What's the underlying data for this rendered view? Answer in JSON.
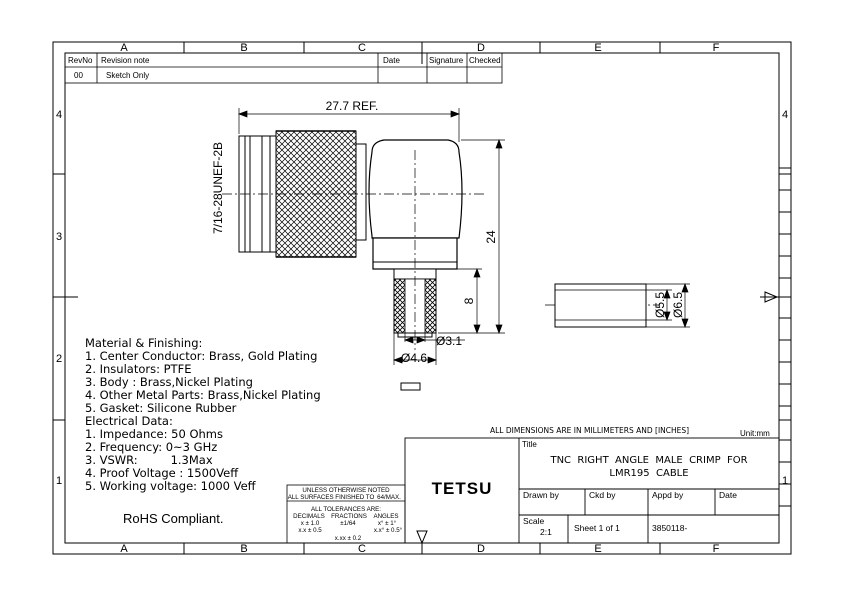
{
  "frame": {
    "columns": [
      "A",
      "B",
      "C",
      "D",
      "E",
      "F"
    ],
    "rows": [
      "4",
      "3",
      "2",
      "1"
    ]
  },
  "revision_table": {
    "headers": {
      "rev_no": "RevNo",
      "note": "Revision note",
      "date": "Date",
      "signature": "Signature",
      "checked": "Checked"
    },
    "row": {
      "rev_no": "00",
      "note": "Sketch Only",
      "date": "",
      "signature": "",
      "checked": ""
    }
  },
  "dimensions": {
    "length_ref": "27.7 REF.",
    "thread": "7/16-28UNEF-2B",
    "height": "24",
    "ferrule_length": "8",
    "pin_dia": "Ø3.1",
    "ferrule_dia": "Ø4.6",
    "crimp_inner_dia": "Ø5.5",
    "crimp_outer_dia": "Ø6.5"
  },
  "notes": {
    "heading": "Material & Finishing:",
    "items": [
      "1. Center Conductor: Brass, Gold Plating",
      "2. Insulators: PTFE",
      "3. Body : Brass,Nickel Plating",
      "4. Other Metal Parts: Brass,Nickel Plating",
      "5. Gasket: Silicone Rubber"
    ],
    "electrical_heading": "Electrical Data:",
    "electrical_items": [
      "1. Impedance: 50 Ohms",
      "2. Frequency: 0~3 GHz",
      "3. VSWR:         1.3Max",
      "4. Proof Voltage : 1500Veff",
      "5. Working voltage: 1000 Veff"
    ]
  },
  "rohs": "RoHS Compliant.",
  "tolerance": {
    "line1": "UNLESS OTHERWISE NOTED",
    "line2": "ALL SURFACES FINISHED TO",
    "finish": "64/MAX.",
    "line3": "ALL TOLERANCES ARE:",
    "col_decimals": "DECIMALS",
    "col_fractions": "FRACTIONS",
    "col_angles": "ANGLES",
    "dec1": "x  ±  1.0",
    "dec2": "x.x  ±  0.5",
    "frac1": "±1/64",
    "ang1": "x°  ±  1°",
    "ang2": "x.x°  ±  0.5°",
    "dec3": "x.xx  ±  0.2"
  },
  "title_block": {
    "dims_note": "ALL DIMENSIONS ARE IN MILLIMETERS AND [INCHES]",
    "unit": "Unit:mm",
    "company": "TETSU",
    "title_label": "Title",
    "title_line1": "TNC  RIGHT  ANGLE  MALE  CRIMP  FOR",
    "title_line2": "LMR195  CABLE",
    "drawn_by": "Drawn by",
    "ckd_by": "Ckd by",
    "appd_by": "Appd by",
    "date": "Date",
    "scale_label": "Scale",
    "scale_value": "2:1",
    "sheet": "Sheet 1 of 1",
    "part_no": "3850118-"
  }
}
